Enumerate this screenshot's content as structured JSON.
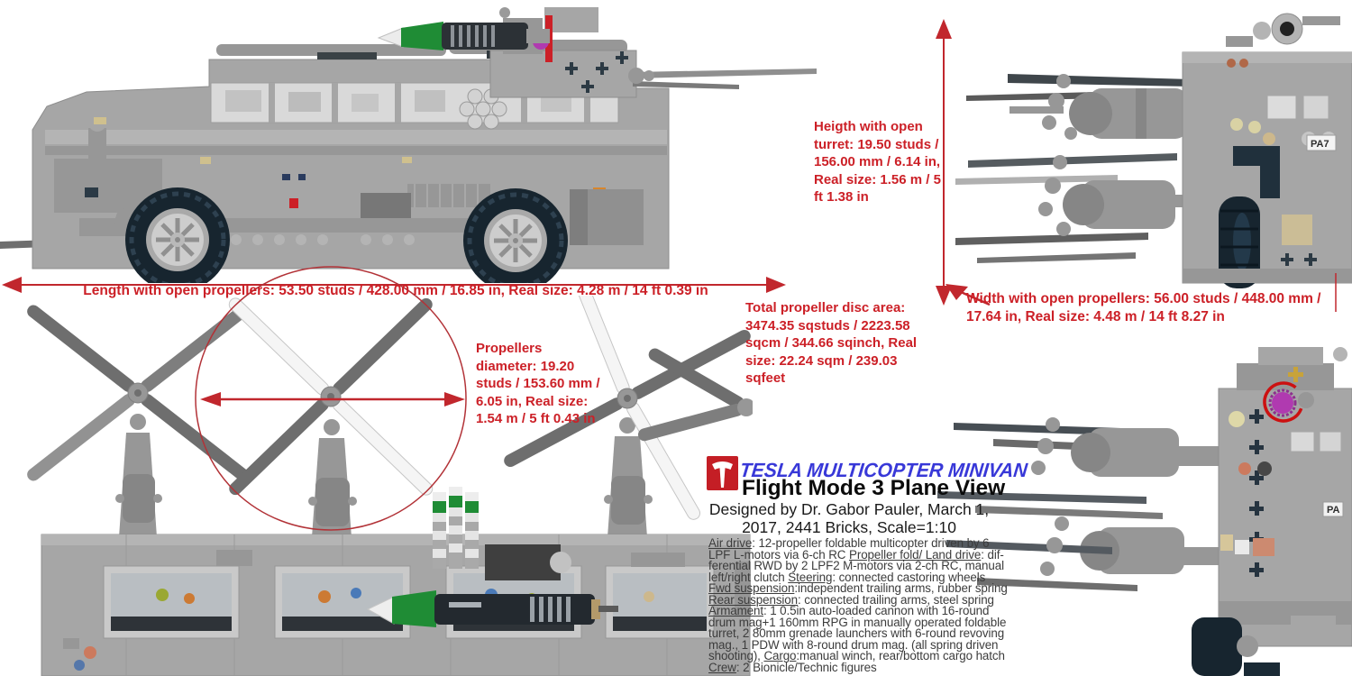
{
  "title_block": {
    "brand": "TESLA MULTICOPTER MINIVAN",
    "subtitle": "Flight Mode 3 Plane View",
    "designed_line1": "Designed by Dr. Gabor Pauler, March 1,",
    "designed_line2": "2017, 2441 Bricks, Scale=1:10"
  },
  "annotations": {
    "length": "Length with open propellers: 53.50 studs / 428.00 mm / 16.85 in, Real size: 4.28 m / 14 ft 0.39 in",
    "height": "Heigth with open turret: 19.50 studs / 156.00 mm / 6.14 in, Real size: 1.56 m / 5 ft 1.38 in",
    "width": "Width with open propellers: 56.00 studs / 448.00 mm / 17.64 in, Real size: 4.48 m / 14 ft 8.27 in",
    "propeller_diameter": "Propellers diameter: 19.20 studs / 153.60 mm / 6.05 in, Real size: 1.54 m / 5 ft 0.43 in",
    "disc_area": "Total propeller disc area: 3474.35 sqstuds / 2223.58 sqcm / 344.66 sqinch, Real size: 22.24 sqm / 239.03 sqfeet"
  },
  "stickers": {
    "front_plate": "PA7",
    "rear_plate": "PA"
  },
  "specs": {
    "lines": [
      [
        {
          "t": "Air drive",
          "u": true
        },
        {
          "t": ": 12-propeller foldable multicopter driven by 6"
        }
      ],
      [
        {
          "t": "LPF L-motors via 6-ch RC "
        },
        {
          "t": "Propeller fold/ Land drive",
          "u": true
        },
        {
          "t": ": dif-"
        }
      ],
      [
        {
          "t": "ferential RWD by 2 LPF2 M-motors via 2-ch RC, manual"
        }
      ],
      [
        {
          "t": "left/right clutch "
        },
        {
          "t": "Steering",
          "u": true
        },
        {
          "t": ": connected castoring wheels"
        }
      ],
      [
        {
          "t": "Fwd suspension",
          "u": true
        },
        {
          "t": ":independent trailing arms, rubber spring"
        }
      ],
      [
        {
          "t": "Rear suspension",
          "u": true
        },
        {
          "t": ": connected trailing arms, steel spring"
        }
      ],
      [
        {
          "t": "Armament",
          "u": true
        },
        {
          "t": ": 1 0.5in auto-loaded cannon with 16-round"
        }
      ],
      [
        {
          "t": "drum mag+1 160mm RPG in manually operated foldable"
        }
      ],
      [
        {
          "t": "turret, 2 80mm grenade launchers with 6-round revoving"
        }
      ],
      [
        {
          "t": "mag., 1 PDW with 8-round drum mag. (all spring driven"
        }
      ],
      [
        {
          "t": "shooting), "
        },
        {
          "t": "Cargo",
          "u": true
        },
        {
          "t": ":manual winch, rear/bottom cargo hatch"
        }
      ],
      [
        {
          "t": "Crew",
          "u": true
        },
        {
          "t": ": 2 Bionicle/Technic figures"
        }
      ]
    ]
  },
  "colors": {
    "annotation_red": "#cc2027",
    "brand_blue": "#3838d8",
    "logo_red": "#c41e25",
    "lego_gray": "#a6a6a6",
    "tire_dark": "#17252f",
    "missile_green": "#1f8c35",
    "gear_magenta": "#b03ab0"
  }
}
